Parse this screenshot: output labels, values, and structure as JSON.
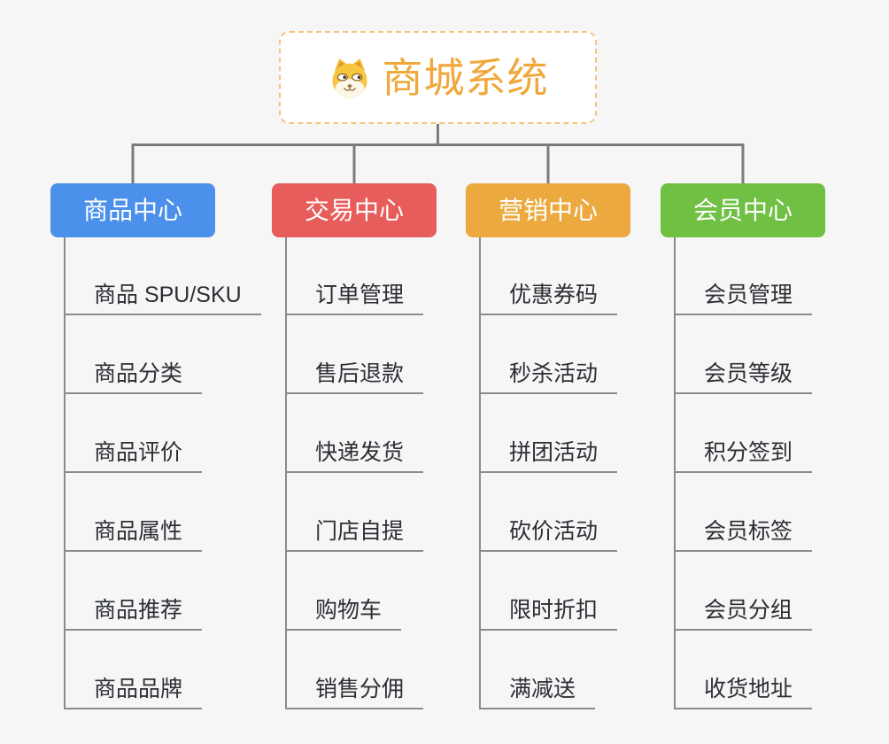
{
  "root": {
    "title": "商城系统",
    "icon": "shiba-dog-icon"
  },
  "branches": [
    {
      "id": "product-center",
      "label": "商品中心",
      "color": "#4B90EA",
      "items": [
        "商品 SPU/SKU",
        "商品分类",
        "商品评价",
        "商品属性",
        "商品推荐",
        "商品品牌"
      ]
    },
    {
      "id": "trade-center",
      "label": "交易中心",
      "color": "#E75D5B",
      "items": [
        "订单管理",
        "售后退款",
        "快递发货",
        "门店自提",
        "购物车",
        "销售分佣"
      ]
    },
    {
      "id": "marketing-center",
      "label": "营销中心",
      "color": "#EBA93F",
      "items": [
        "优惠券码",
        "秒杀活动",
        "拼团活动",
        "砍价活动",
        "限时折扣",
        "满减送"
      ]
    },
    {
      "id": "member-center",
      "label": "会员中心",
      "color": "#70C043",
      "items": [
        "会员管理",
        "会员等级",
        "积分签到",
        "会员标签",
        "会员分组",
        "收货地址"
      ]
    }
  ],
  "colors": {
    "background": "#F6F6F7",
    "root_accent": "#F0A83C",
    "root_border": "#F4C478",
    "connector_line": "#7C7C7C",
    "item_line": "#8B8B8B",
    "item_text": "#2B2E33",
    "header_text": "#FFFFFF"
  }
}
